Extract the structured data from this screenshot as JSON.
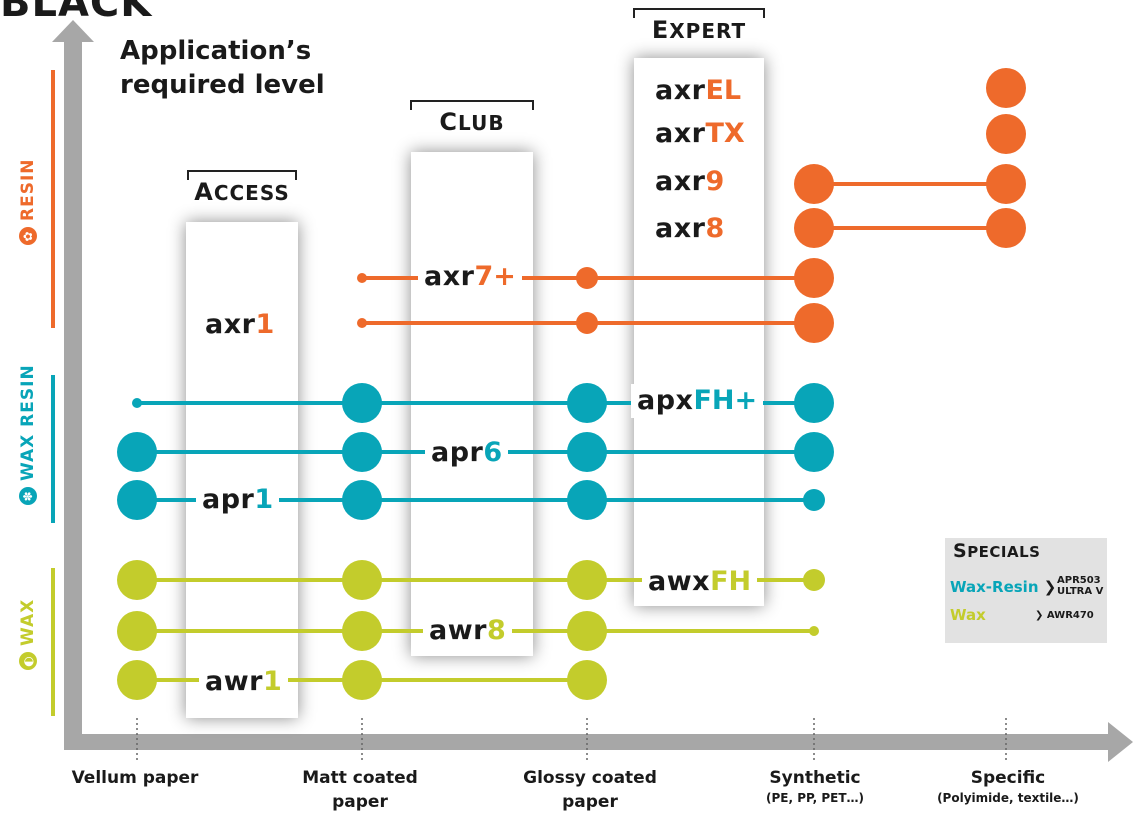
{
  "colors": {
    "resin": "#ee6a2b",
    "wax_resin": "#08a5b8",
    "wax": "#c3cc2c",
    "axis": "#a7a7a7",
    "text": "#1a1a1a"
  },
  "top_title": "BLACK",
  "y_axis_label": [
    "Application’s",
    "required level"
  ],
  "categories": [
    {
      "key": "resin",
      "label": "RESIN",
      "icon": "resin-icon"
    },
    {
      "key": "wax_resin",
      "label": "WAX RESIN",
      "icon": "wax-resin-icon"
    },
    {
      "key": "wax",
      "label": "WAX",
      "icon": "wax-icon"
    }
  ],
  "tiers": [
    {
      "key": "access",
      "title_first": "A",
      "title_rest": "CCESS"
    },
    {
      "key": "club",
      "title_first": "C",
      "title_rest": "LUB"
    },
    {
      "key": "expert",
      "title_first": "E",
      "title_rest": "XPERT"
    }
  ],
  "x_axis": [
    {
      "label": "Vellum paper",
      "sub": ""
    },
    {
      "label": "Matt coated paper",
      "sub": ""
    },
    {
      "label": "Glossy coated paper",
      "sub": ""
    },
    {
      "label": "Synthetic",
      "sub": "(PE, PP, PET…)"
    },
    {
      "label": "Specific",
      "sub": "(Polyimide, textile…)"
    }
  ],
  "products": [
    {
      "prefix": "axr",
      "suffix": "EL",
      "category": "resin",
      "tier": "expert"
    },
    {
      "prefix": "axr",
      "suffix": "TX",
      "category": "resin",
      "tier": "expert"
    },
    {
      "prefix": "axr",
      "suffix": "9",
      "category": "resin",
      "tier": "expert"
    },
    {
      "prefix": "axr",
      "suffix": "8",
      "category": "resin",
      "tier": "expert"
    },
    {
      "prefix": "axr",
      "suffix": "7+",
      "category": "resin",
      "tier": "club"
    },
    {
      "prefix": "axr",
      "suffix": "1",
      "category": "resin",
      "tier": "access"
    },
    {
      "prefix": "apx",
      "suffix": "FH+",
      "category": "wax_resin",
      "tier": "expert"
    },
    {
      "prefix": "apr",
      "suffix": "6",
      "category": "wax_resin",
      "tier": "club"
    },
    {
      "prefix": "apr",
      "suffix": "1",
      "category": "wax_resin",
      "tier": "access"
    },
    {
      "prefix": "awx",
      "suffix": "FH",
      "category": "wax",
      "tier": "expert"
    },
    {
      "prefix": "awr",
      "suffix": "8",
      "category": "wax",
      "tier": "club"
    },
    {
      "prefix": "awr",
      "suffix": "1",
      "category": "wax",
      "tier": "access"
    }
  ],
  "specials": {
    "title_first": "S",
    "title_rest": "PECIALS",
    "items": [
      {
        "label": "Wax-Resin",
        "value": "APR503 ULTRA V",
        "category": "wax_resin"
      },
      {
        "label": "Wax",
        "value": "AWR470",
        "category": "wax"
      }
    ]
  }
}
